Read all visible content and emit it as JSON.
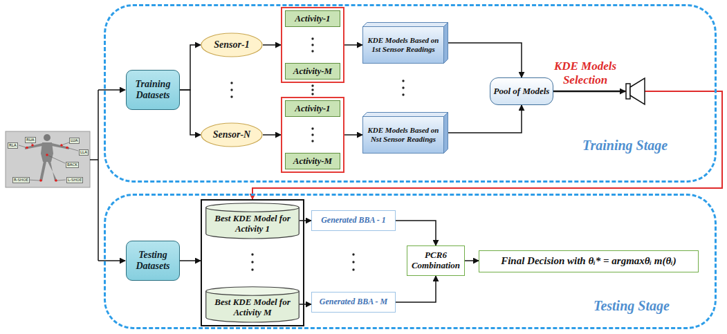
{
  "diagram": {
    "nodes": [
      {
        "text": [
          "Training Stage"
        ]
      },
      {
        "text": [
          "Training Datasets"
        ],
        "in": 0
      },
      {
        "text": [
          "Sensor-1"
        ],
        "in": 0
      },
      {
        "text": [
          "Sensor-N"
        ],
        "in": 0
      },
      {
        "text": [],
        "in": 0
      },
      {
        "text": [
          "Activity-1"
        ],
        "in": 4
      },
      {
        "text": [
          "Activity-M"
        ],
        "in": 4
      },
      {
        "text": [],
        "in": 0
      },
      {
        "text": [
          "Activity-1"
        ],
        "in": 7
      },
      {
        "text": [
          "Activity-M"
        ],
        "in": 7
      },
      {
        "text": [
          "KDE Models Based on 1st Sensor Readings"
        ],
        "in": 0
      },
      {
        "text": [
          "KDE Models Based on Nst Sensor Readings"
        ],
        "in": 0
      },
      {
        "text": [
          "Pool of Models"
        ],
        "in": 0
      },
      {
        "text": [
          "Testing Stage"
        ]
      },
      {
        "text": [
          "Testing Datasets"
        ],
        "in": 13
      },
      {
        "text": [],
        "in": 13
      },
      {
        "text": [
          "Best KDE Model for Activity 1"
        ],
        "in": 15
      },
      {
        "text": [
          "Best KDE Model for Activity M"
        ],
        "in": 15
      },
      {
        "text": [
          "Generated BBA - 1"
        ],
        "in": 13
      },
      {
        "text": [
          "Generated BBA - M"
        ],
        "in": 13
      },
      {
        "text": [
          "PCR6 Combination"
        ],
        "in": 13
      },
      {
        "text": [
          "Final Decision with θᵢ* = argmaxθᵢ m(θᵢ)"
        ],
        "in": 13
      }
    ],
    "edges": [
      {
        "from": 1,
        "to": 2,
        "arrow": "to"
      },
      {
        "from": 1,
        "to": 3,
        "arrow": "to"
      },
      {
        "from": 2,
        "to": 4,
        "arrow": "to"
      },
      {
        "from": 3,
        "to": 7,
        "arrow": "to"
      },
      {
        "from": 4,
        "to": 10,
        "arrow": "to"
      },
      {
        "from": 7,
        "to": 11,
        "arrow": "to"
      },
      {
        "from": 10,
        "to": 12,
        "arrow": "to"
      },
      {
        "from": 11,
        "to": 12,
        "arrow": "to"
      },
      {
        "from": 12,
        "to": 15,
        "label": "KDE Models Selection",
        "arrow": "to"
      },
      {
        "from": 14,
        "to": 15,
        "arrow": "to"
      },
      {
        "from": 16,
        "to": 18,
        "arrow": "to"
      },
      {
        "from": 17,
        "to": 19,
        "arrow": "to"
      },
      {
        "from": 18,
        "to": 20,
        "arrow": "to"
      },
      {
        "from": 19,
        "to": 20,
        "arrow": "to"
      },
      {
        "from": 20,
        "to": 21,
        "arrow": "to"
      }
    ],
    "labels": [
      "RUA",
      "RLA",
      "LUA",
      "LLA",
      "BACK",
      "R-SHOE",
      "L-SHOE"
    ]
  }
}
